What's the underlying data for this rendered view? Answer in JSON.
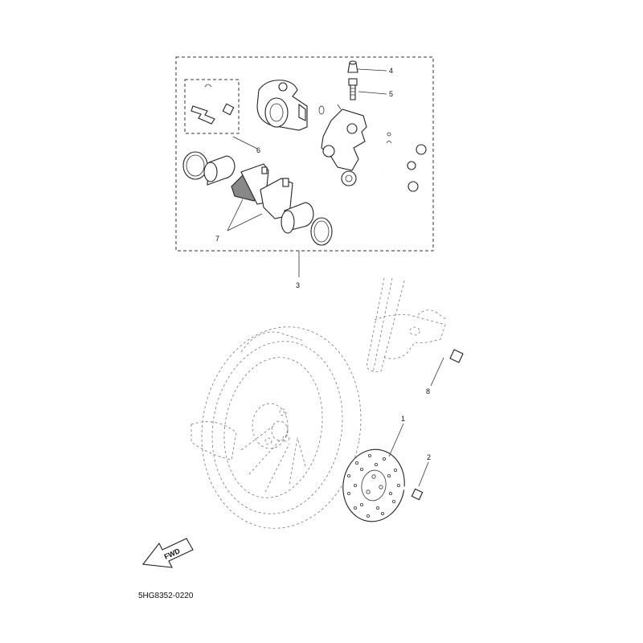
{
  "diagram": {
    "callouts": [
      {
        "id": "callout-1",
        "text": "1"
      },
      {
        "id": "callout-2",
        "text": "2"
      },
      {
        "id": "callout-3",
        "text": "3"
      },
      {
        "id": "callout-4",
        "text": "4"
      },
      {
        "id": "callout-5",
        "text": "5"
      },
      {
        "id": "callout-6",
        "text": "6"
      },
      {
        "id": "callout-7",
        "text": "7"
      },
      {
        "id": "callout-8",
        "text": "8"
      }
    ],
    "fwd_arrow_label": "FWD",
    "drawing_code": "5HG8352-0220"
  }
}
